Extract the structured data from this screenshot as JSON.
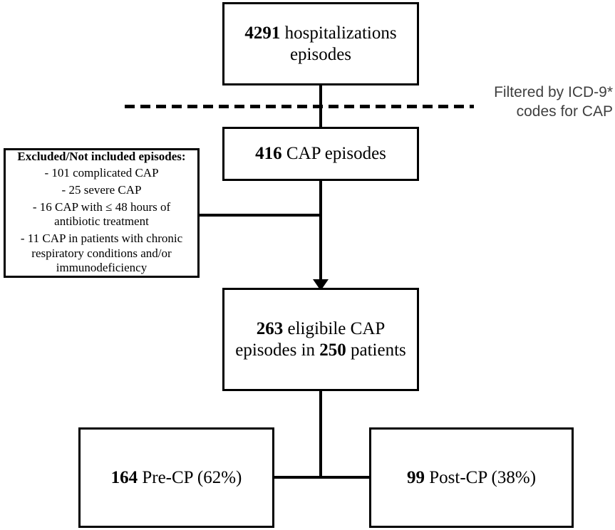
{
  "figure": {
    "type": "flowchart",
    "title": "CAP episode selection flow diagram"
  },
  "nodes": {
    "total_hospitalizations": {
      "count": "4291",
      "label": "hospitalizations\nepisodes",
      "full_text": "4291 hospitalizations episodes"
    },
    "cap_episodes": {
      "count": "416",
      "label": "CAP episodes",
      "full_text": "416 CAP episodes"
    },
    "eligible": {
      "count_episodes": "263",
      "count_patients": "250",
      "label_part1": "eligibile CAP",
      "label_part2": "episodes in",
      "label_part3": "patients",
      "full_text": "263 eligibile CAP episodes in 250 patients"
    },
    "pre_cp": {
      "count": "164",
      "label": "Pre-CP (62%)",
      "percent": "62%",
      "full_text": "164 Pre-CP (62%)"
    },
    "post_cp": {
      "count": "99",
      "label": "Post-CP (38%)",
      "percent": "38%",
      "full_text": "99 Post-CP (38%)"
    }
  },
  "excluded_box": {
    "title": "Excluded/Not included episodes:",
    "items": [
      "- 101 complicated CAP",
      "- 25 severe CAP",
      "- 16 CAP with ≤ 48 hours of antibiotic treatment",
      "- 11 CAP in patients with chronic respiratory conditions and/or immunodeficiency"
    ]
  },
  "annotations": {
    "filter_label": "Filtered by ICD-9*\ncodes for CAP"
  },
  "colors": {
    "stroke": "#000000",
    "background": "#ffffff",
    "annotation_text": "#404040"
  }
}
